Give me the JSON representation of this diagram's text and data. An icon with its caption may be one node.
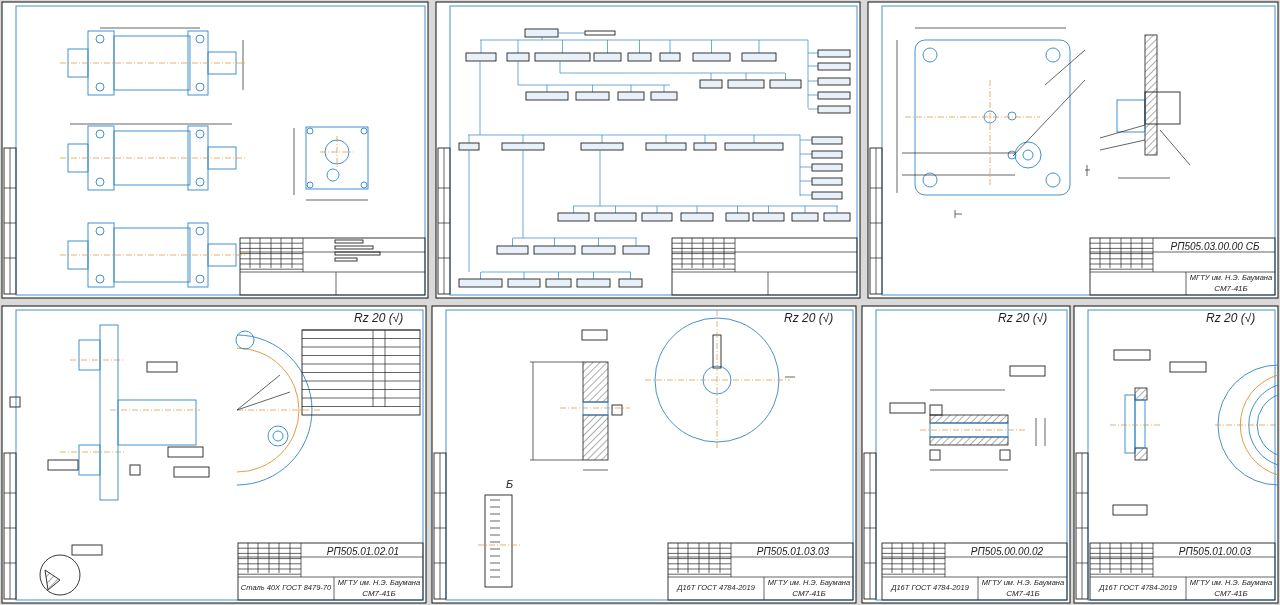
{
  "diagram": {
    "labels": [
      "РП505.03.00.00 СБ",
      "МГТУ им. Н.Э. Баумана",
      "СМ7-41Б",
      "Rz 20 (√)",
      "РП505.01.02.01",
      "Сталь 40Х ГОСТ 8479-70",
      "МГТУ им. Н.Э. Баумана",
      "СМ7-41Б",
      "Rz 20 (√)",
      "Б",
      "РП505.01.03.03",
      "Д16Т ГОСТ 4784-2019",
      "МГТУ им. Н.Э. Баумана",
      "СМ7-41Б",
      "Rz 20 (√)",
      "РП505.00.00.02",
      "Д16Т ГОСТ 4784-2019",
      "МГТУ им. Н.Э. Баумана",
      "СМ7-41Б",
      "Rz 20 (√)",
      "РП505.01.00.03",
      "Д16Т ГОСТ 4784-2019",
      "МГТУ им. Н.Э. Баумана",
      "СМ7-41Б"
    ]
  }
}
